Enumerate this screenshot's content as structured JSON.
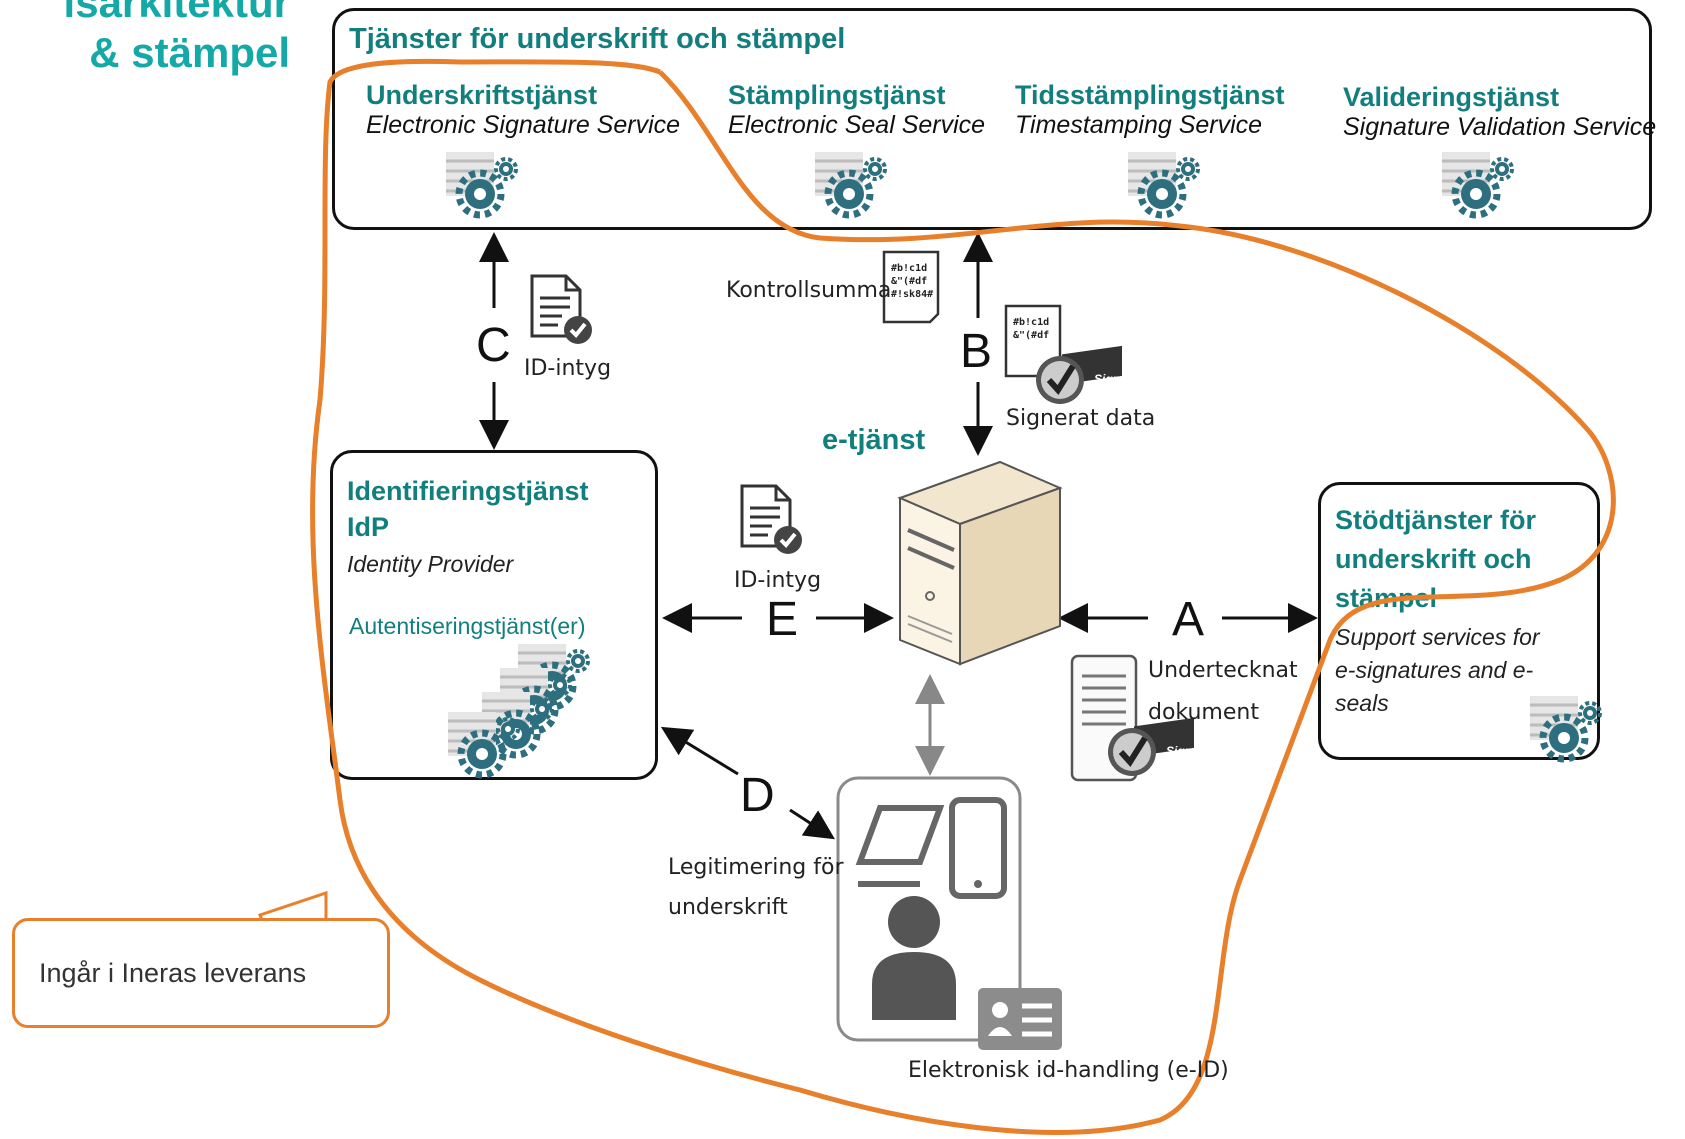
{
  "header": {
    "title_line1": "isarkitektur",
    "title_line2": "& stämpel"
  },
  "services_box": {
    "title": "Tjänster för underskrift och stämpel",
    "services": [
      {
        "name": "Underskriftstjänst",
        "english": "Electronic Signature Service"
      },
      {
        "name": "Stämplingstjänst",
        "english": "Electronic Seal Service"
      },
      {
        "name": "Tidsstämplingstjänst",
        "english": "Timestamping Service"
      },
      {
        "name": "Valideringstjänst",
        "english": "Signature Validation Service"
      }
    ]
  },
  "idp_box": {
    "title_line1": "Identifieringstjänst",
    "title_line2": "IdP",
    "english": "Identity Provider",
    "subservice": "Autentiseringstjänst(er)"
  },
  "support_box": {
    "title_line1": "Stödtjänster för",
    "title_line2": "underskrift och",
    "title_line3": "stämpel",
    "english_line1": "Support services for",
    "english_line2": "e-signatures and e-",
    "english_line3": "seals"
  },
  "e_service": {
    "label": "e-tjänst"
  },
  "flows": {
    "A": "A",
    "B": "B",
    "C": "C",
    "D": "D",
    "E": "E"
  },
  "labels": {
    "kontrollsumma": "Kontrollsumma",
    "id_intyg_c": "ID-intyg",
    "id_intyg_e": "ID-intyg",
    "signerat_data": "Signerat data",
    "undertecknat_line1": "Undertecknat",
    "undertecknat_line2": "dokument",
    "legitimering_line1": "Legitimering för",
    "legitimering_line2": "underskrift",
    "eid": "Elektronisk id-handling (e-ID)",
    "hash_line1": "#b!c1d",
    "hash_line2": "&\"(#df",
    "hash_line3": "#!sk84#",
    "signed_badge": "Signed"
  },
  "callout": {
    "text": "Ingår i Ineras leverans"
  },
  "colors": {
    "teal": "#127f7e",
    "orange": "#e87f2a",
    "title_teal": "#14a8a6"
  }
}
